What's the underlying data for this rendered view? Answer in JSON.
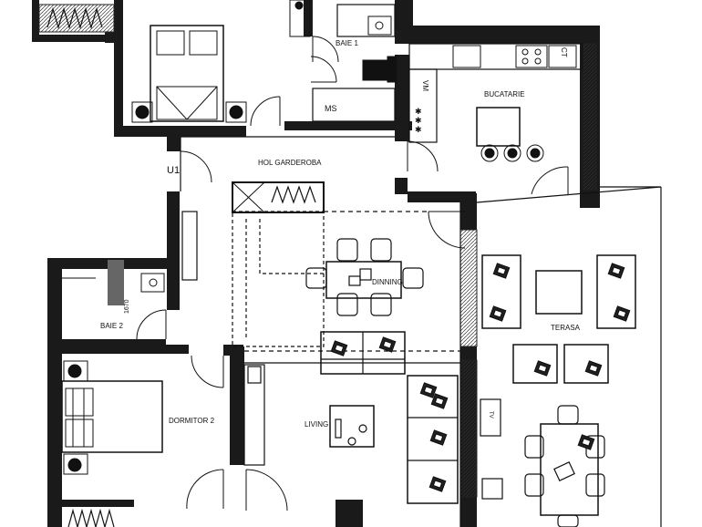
{
  "floor_plan": {
    "rooms": [
      {
        "id": "baie1",
        "label": "BAIE 1"
      },
      {
        "id": "bucatarie",
        "label": "BUCATARIE"
      },
      {
        "id": "hol",
        "label": "HOL GARDEROBA"
      },
      {
        "id": "dinning",
        "label": "DINNING"
      },
      {
        "id": "terasa",
        "label": "TERASA"
      },
      {
        "id": "baie2",
        "label": "BAIE 2"
      },
      {
        "id": "dormitor2",
        "label": "DORMITOR 2"
      },
      {
        "id": "living",
        "label": "LIVING"
      }
    ],
    "fixtures": {
      "ms": "MS",
      "vm": "VM",
      "ct": "CT",
      "u1": "U1",
      "dimension": "1670",
      "tv": "TV"
    }
  }
}
